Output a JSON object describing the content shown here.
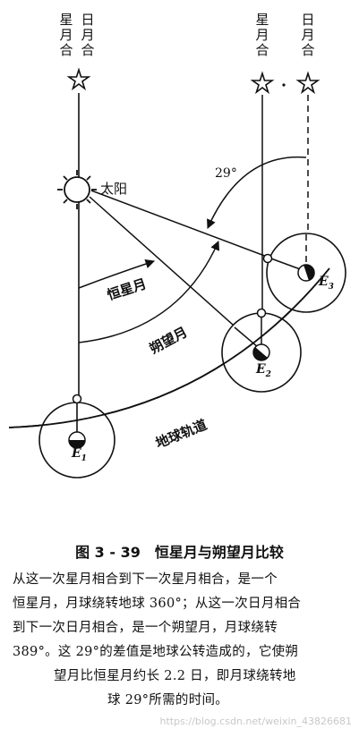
{
  "diagram": {
    "labels": {
      "conj_sun_left": "日月合",
      "conj_star_left": "星月合",
      "conj_star_right": "星月合",
      "conj_sun_right": "日月合",
      "sun": "太阳",
      "angle": "29°",
      "sidereal": "恒星月",
      "synodic": "朔望月",
      "orbit": "地球轨道",
      "e1": "E",
      "e1_sub": "1",
      "e2": "E",
      "e2_sub": "2",
      "e3": "E",
      "e3_sub": "3"
    }
  },
  "caption": {
    "title": "图 3 - 39　恒星月与朔望月比较",
    "lines": [
      "从这一次星月相合到下一次星月相合，是一个",
      "恒星月，月球绕转地球 360°；从这一次日月相合",
      "到下一次日月相合，是一个朔望月，月球绕转",
      "389°。这 29°的差值是地球公转造成的，它使朔",
      "望月比恒星月约长 2.2 日，即月球绕转地",
      "球 29°所需的时间。"
    ]
  },
  "watermark": "https://blog.csdn.net/weixin_43826681"
}
